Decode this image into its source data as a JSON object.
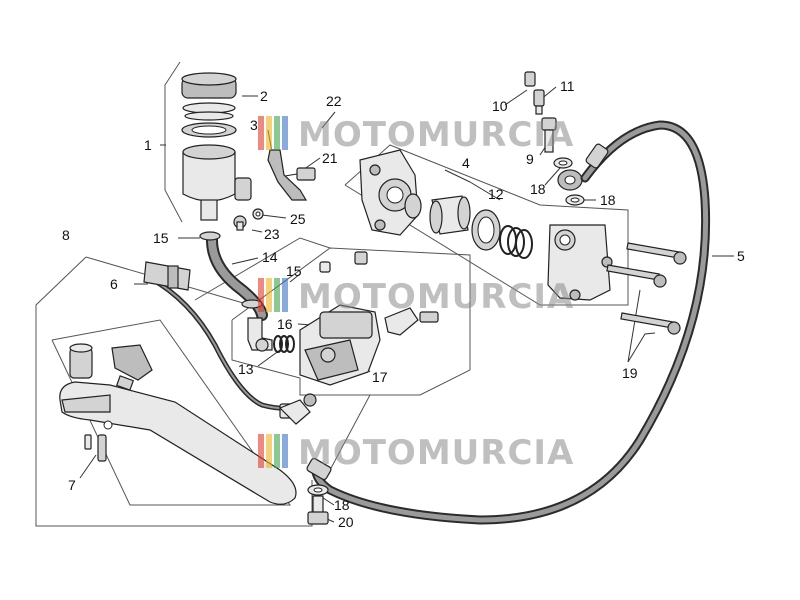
{
  "callouts": {
    "c1": "1",
    "c2": "2",
    "c3": "3",
    "c4": "4",
    "c5": "5",
    "c6": "6",
    "c7": "7",
    "c8": "8",
    "c9": "9",
    "c10": "10",
    "c11": "11",
    "c12": "12",
    "c13": "13",
    "c14": "14",
    "c15a": "15",
    "c15b": "15",
    "c16": "16",
    "c17": "17",
    "c18a": "18",
    "c18b": "18",
    "c18c": "18",
    "c19": "19",
    "c20": "20",
    "c21": "21",
    "c22": "22",
    "c23": "23",
    "c25": "25"
  },
  "watermark": {
    "text": "MOTOMURCIA",
    "colors": [
      "#e23b2e",
      "#f2b21c",
      "#3fa34d",
      "#3a72c4"
    ]
  }
}
